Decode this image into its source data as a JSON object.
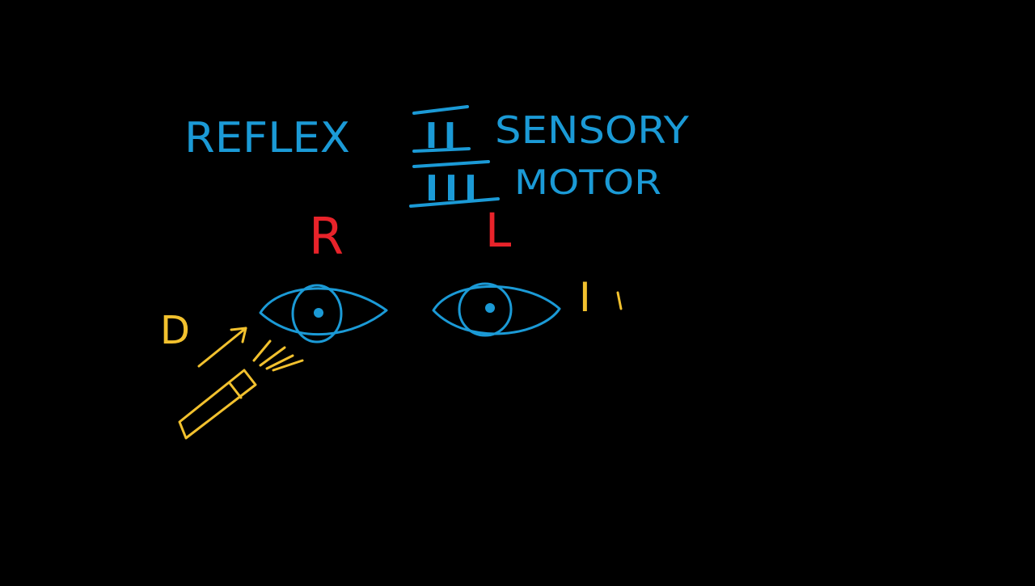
{
  "colors": {
    "background": "#000000",
    "blue_ink": "#1b9ad6",
    "red_ink": "#e8232a",
    "yellow_ink": "#f2c12e"
  },
  "heading": {
    "title": "REFLEX",
    "nerve_sensory_numeral": "II",
    "nerve_sensory_label": "SENSORY",
    "nerve_motor_numeral": "III",
    "nerve_motor_label": "MOTOR"
  },
  "eyes": {
    "right_label": "R",
    "left_label": "L"
  },
  "annotations": {
    "direct_mark": "D",
    "indirect_mark": "I"
  },
  "icons": [
    "eye-icon",
    "penlight-icon",
    "arrow-icon",
    "light-rays-icon"
  ]
}
